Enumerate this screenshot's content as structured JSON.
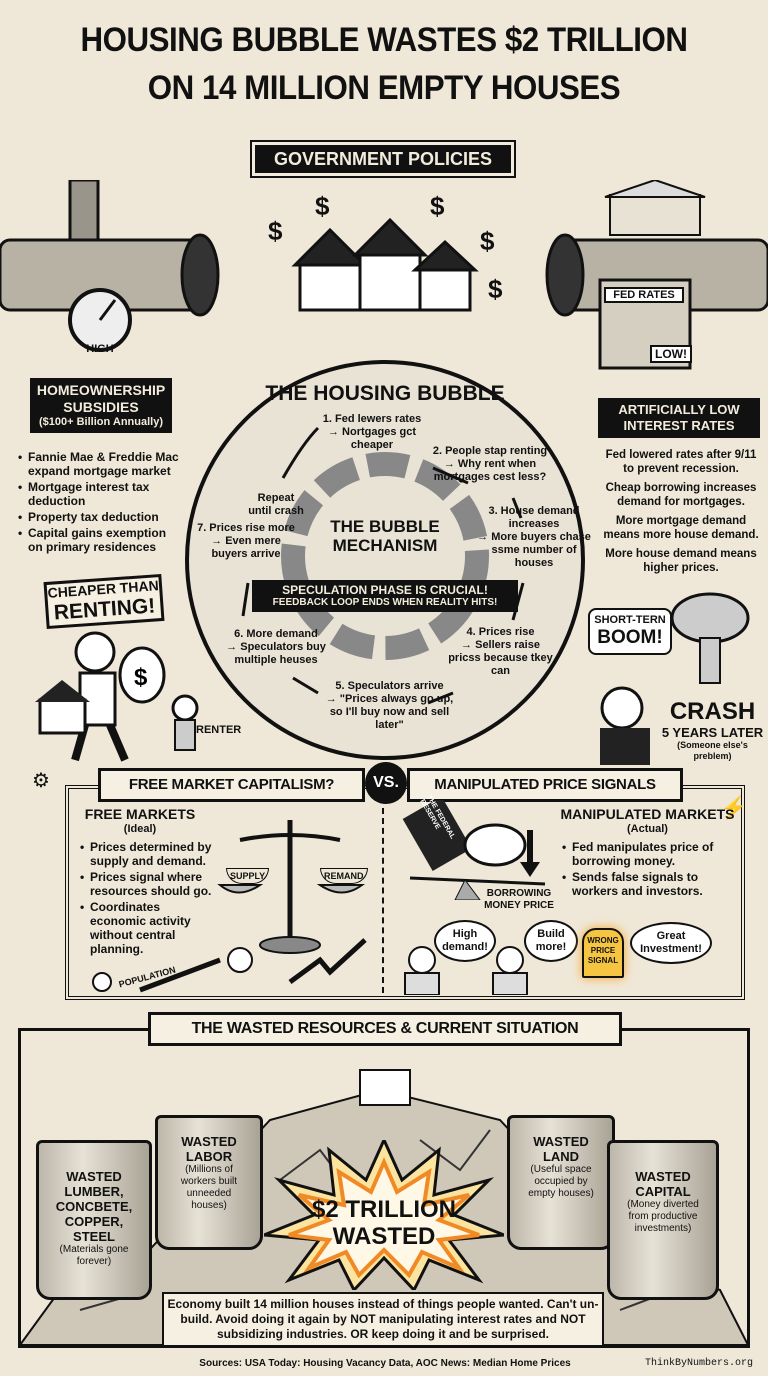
{
  "header": {
    "title_line1": "HOUSING BUBBLE WASTES $2 TRILLION",
    "title_line2": "ON 14 MILLION EMPTY HOUSES",
    "section_label": "GOVERNMENT POLICIES"
  },
  "left_panel": {
    "title": "HOMEOWNERSHIP SUBSIDIES",
    "subtitle": "($100+ Billion Annually)",
    "gauge_label": "HIGH",
    "bullets": [
      "Fannie Mae & Freddie Mac expand mortgage market",
      "Mortgage interest tax deduction",
      "Property tax deduction",
      "Capital gains exemption on primary residences"
    ],
    "sign_line1": "CHEAPER THAN",
    "sign_line2": "RENTING!",
    "renter_label": "RENTER"
  },
  "bubble": {
    "title": "THE HOUSING BUBBLE",
    "center_title": "THE BUBBLE MECHANISM",
    "steps": [
      {
        "title": "1. Fed lewers rates",
        "detail": "→ Nortgages gct cheaper"
      },
      {
        "title": "2. People stap renting",
        "detail": "→ Why rent when mortgages cest less?"
      },
      {
        "title": "3. House demand increases",
        "detail": "→ More buyers chase ssme number of houses"
      },
      {
        "title": "4. Prices rise",
        "detail": "→ Sellers raise pricss because tkey can"
      },
      {
        "title": "5. Speculators arrive",
        "detail": "→ \"Prices always go up, so I'll buy now and sell later\""
      },
      {
        "title": "6. More demand",
        "detail": "→ Speculators buy multiple heuses"
      },
      {
        "title": "7. Prices rise more",
        "detail": "→ Even mere buyers arrive"
      },
      {
        "title": "Repeat",
        "detail": "until crash"
      }
    ],
    "banner_line1": "SPECULATION PHASE IS CRUCIAL!",
    "banner_line2": "FEEDBACK LOOP ENDS WHEN REALITY HITS!"
  },
  "right_panel": {
    "fed_box_label": "FED RATES",
    "lever_label": "LOW!",
    "title": "ARTIFICIALLY LOW INTEREST RATES",
    "paragraphs": [
      "Fed lowered rates after 9/11 to prevent recession.",
      "Cheap borrowing increases demand for mortgages.",
      "More mortgage demand means more house demand.",
      "More house demand means higher prices."
    ],
    "boom_line1": "SHORT-TERN",
    "boom_line2": "BOOM!",
    "crash": "CRASH",
    "crash_sub": "5 YEARS LATER",
    "crash_note": "(Someone else's preblem)"
  },
  "comparison": {
    "left_banner": "FREE MARKET CAPITALISM?",
    "vs": "VS.",
    "right_banner": "MANIPULATED PRICE SIGNALS",
    "free": {
      "title": "FREE MARKETS",
      "subtitle": "(Ideal)",
      "bullets": [
        "Prices determined by supply and demand.",
        "Prices signal where resources should go.",
        "Coordinates economic activity without central planning."
      ],
      "scale_left": "SUPPLY",
      "scale_right": "REMAND",
      "arrow_label": "POPULATION"
    },
    "manipulated": {
      "title": "MANIPULATED MARKETS",
      "subtitle": "(Actual)",
      "bullets": [
        "Fed manipulates price of borrowing money.",
        "Sends false signals to workers and investors."
      ],
      "sleeve_label": "THE FEDERAL RESERVE",
      "scale_label": "BORROWING MONEY PRICE",
      "speech": [
        "High demand!",
        "Build more!",
        "Great Investment!"
      ],
      "alarm_label": "WRONG PRICE SIGNAL"
    }
  },
  "waste": {
    "banner": "THE WASTED RESOURCES & CURRENT SITUATION",
    "cans": [
      {
        "title": "WASTED LUMBER, CONCBETE, COPPER, STEEL",
        "note": "(Materials gone forever)"
      },
      {
        "title": "WASTED LABOR",
        "note": "(Millions of workers built unneeded houses)"
      },
      {
        "title": "WASTED LAND",
        "note": "(Useful space occupied by empty houses)"
      },
      {
        "title": "WASTED CAPITAL",
        "note": "(Money diverted from productive investments)"
      }
    ],
    "burst_line1": "$2 TRILLION",
    "burst_line2": "WASTED",
    "summary": "Economy built 14 million houses instead of things people wanted. Can't un-build. Avoid doing it again by NOT manipulating interest rates and NOT subsidizing industries. OR keep doing it and be surprised."
  },
  "footer": {
    "sources": "Sources: USA Today: Housing Vacancy Data, AOC News: Median Home Prices",
    "credit": "ThinkByNumbers.org"
  },
  "colors": {
    "background": "#efe8d8",
    "ink": "#111111",
    "burst_orange": "#f08a24",
    "burst_yellow": "#fbe3a0",
    "alarm": "#f5c542"
  }
}
